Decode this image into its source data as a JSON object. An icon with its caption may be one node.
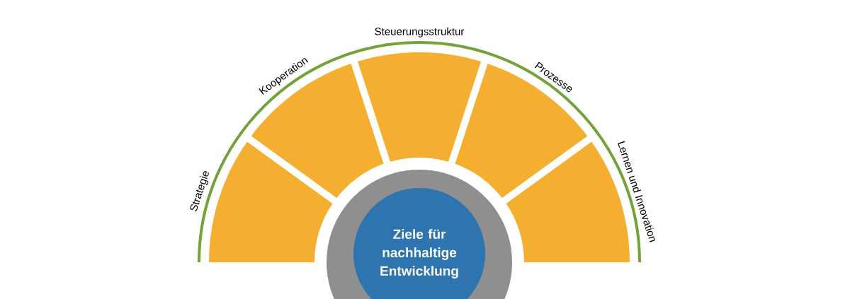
{
  "diagram": {
    "nodes": [
      {
        "text": [
          "Strategie"
        ]
      },
      {
        "text": [
          "Kooperation"
        ]
      },
      {
        "text": [
          "Steuerungsstruktur"
        ]
      },
      {
        "text": [
          "Prozesse"
        ]
      },
      {
        "text": [
          "Lernen und Innovation"
        ]
      },
      {
        "text": [],
        "shape": "circle"
      },
      {
        "text": [
          "Ziele für nachhaltige Entwicklung"
        ],
        "in": 5
      }
    ]
  }
}
